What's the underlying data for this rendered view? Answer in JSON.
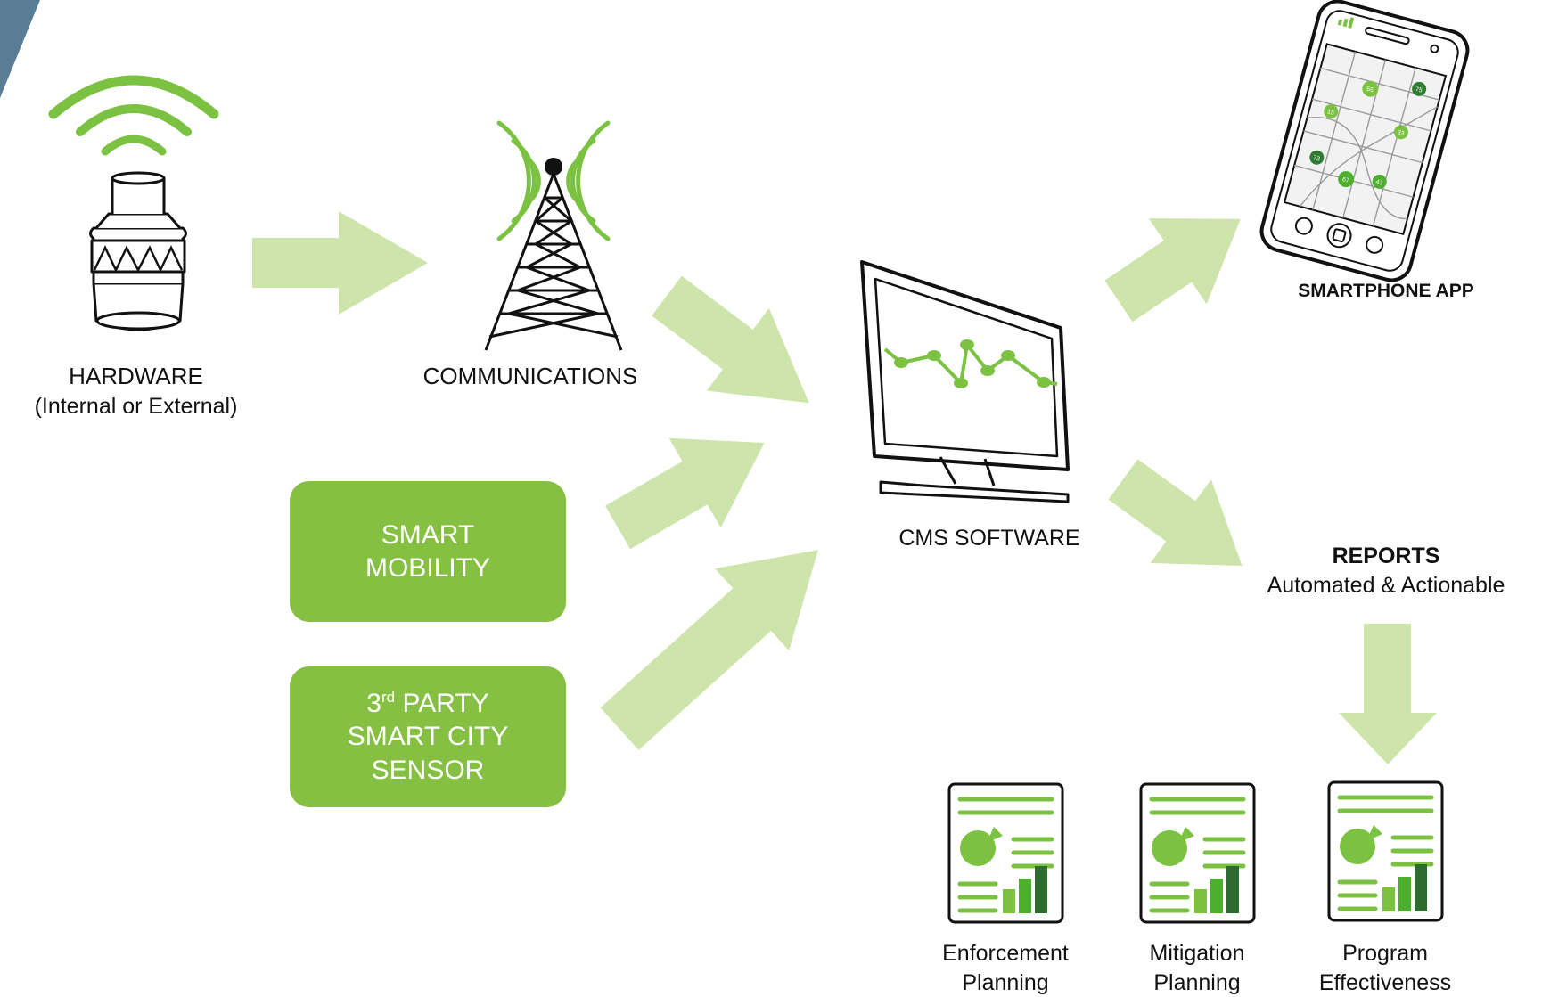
{
  "hardware": {
    "title": "HARDWARE",
    "subtitle": "(Internal or External)"
  },
  "communications": {
    "title": "COMMUNICATIONS"
  },
  "cms": {
    "title": "CMS SOFTWARE"
  },
  "smartphone": {
    "title": "SMARTPHONE APP",
    "map_markers": [
      "75",
      "55",
      "15",
      "33",
      "73",
      "67",
      "43"
    ]
  },
  "reports": {
    "title": "REPORTS",
    "subtitle": "Automated & Actionable"
  },
  "smart_mobility": {
    "line1": "SMART",
    "line2": "MOBILITY"
  },
  "third_party": {
    "line1_num": "3",
    "line1_sup": "rd",
    "line1_rest": " PARTY",
    "line2": "SMART CITY",
    "line3": "SENSOR"
  },
  "documents": [
    {
      "line1": "Enforcement",
      "line2": "Planning"
    },
    {
      "line1": "Mitigation",
      "line2": "Planning"
    },
    {
      "line1": "Program",
      "line2": "Effectiveness"
    }
  ],
  "colors": {
    "arrow": "#cde5ab",
    "box": "#86c043",
    "wave": "#7cc242",
    "line_green": "#7cc242",
    "dark_green": "#2e7d32",
    "mid_green": "#4caf2e"
  }
}
